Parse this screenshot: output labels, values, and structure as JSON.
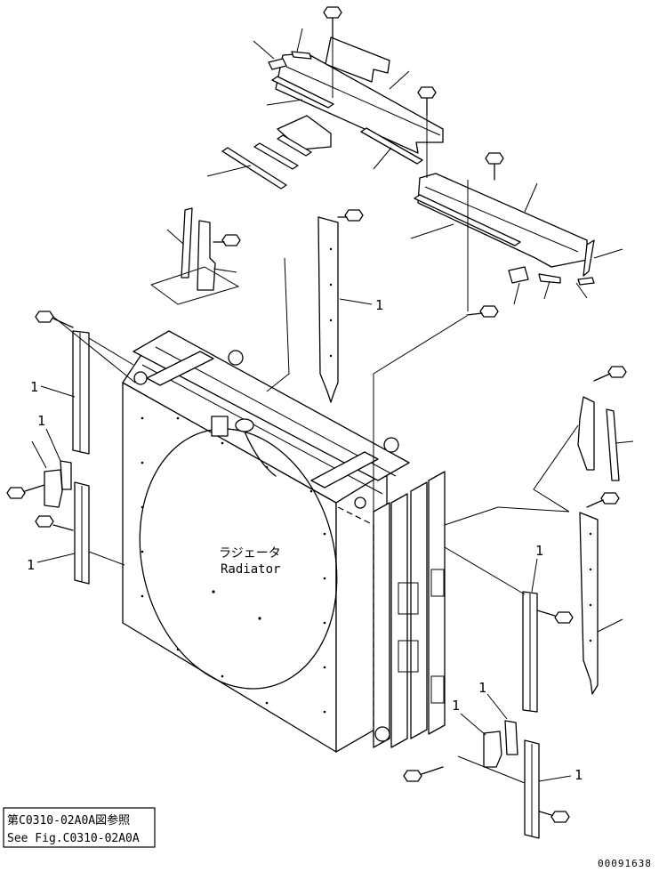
{
  "diagram": {
    "part_label": "1",
    "radiator_label_jp": "ラジェータ",
    "radiator_label_en": "Radiator",
    "reference_jp": "第C0310-02A0A図参照",
    "reference_en": "See Fig.C0310-02A0A",
    "drawing_number": "00091638"
  }
}
